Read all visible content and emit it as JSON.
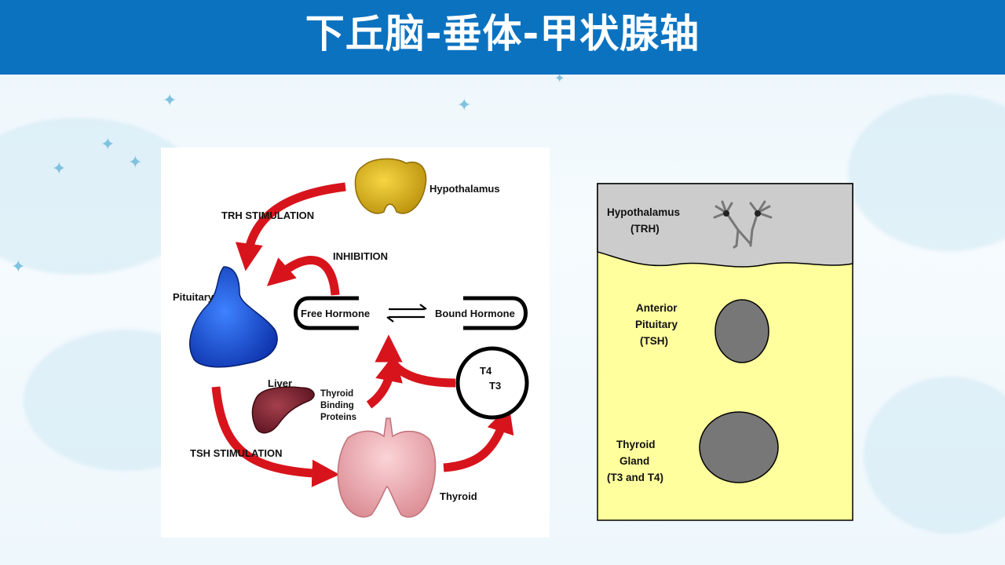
{
  "title": "下丘脑-垂体-甲状腺轴",
  "left_diagram": {
    "labels": {
      "hypothalamus": "Hypothalamus",
      "trh_stimulation": "TRH STIMULATION",
      "inhibition": "INHIBITION",
      "pituitary": "Pituitary",
      "free_hormone": "Free Hormone",
      "bound_hormone": "Bound Hormone",
      "liver": "Liver",
      "tbp_line1": "Thyroid",
      "tbp_line2": "Binding",
      "tbp_line3": "Proteins",
      "t4": "T4",
      "t3": "T3",
      "tsh_stimulation": "TSH STIMULATION",
      "thyroid": "Thyroid"
    },
    "colors": {
      "arrow": "#d7141c",
      "pituitary": "#1450d2",
      "hypothalamus": "#d9b21c",
      "liver": "#7a2430",
      "thyroid": "#f1b3b8"
    }
  },
  "right_diagram": {
    "labels": {
      "hypo_line1": "Hypothalamus",
      "hypo_line2": "(TRH)",
      "ant_line1": "Anterior",
      "ant_line2": "Pituitary",
      "ant_line3": "(TSH)",
      "thy_line1": "Thyroid",
      "thy_line2": "Gland",
      "thy_line3": "(T3 and T4)"
    },
    "colors": {
      "top": "#cccccc",
      "body": "#ffff9e",
      "gland": "#777777"
    }
  }
}
